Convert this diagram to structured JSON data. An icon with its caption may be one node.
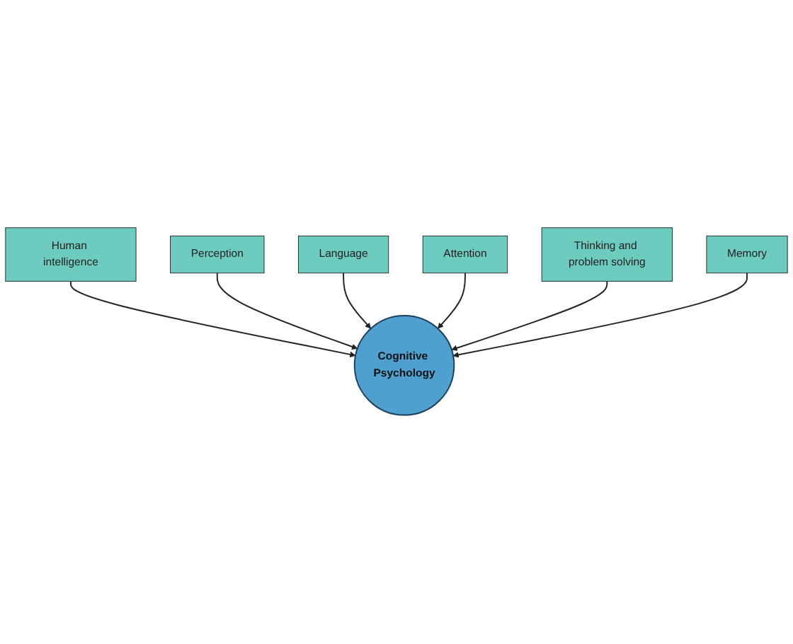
{
  "diagram": {
    "nodes": [
      {
        "text": [
          "Human intelligence"
        ]
      },
      {
        "text": [
          "Perception"
        ]
      },
      {
        "text": [
          "Language"
        ]
      },
      {
        "text": [
          "Cognitive Psychology"
        ]
      },
      {
        "text": [
          "Attention"
        ]
      },
      {
        "text": [
          "Thinking and problem solving"
        ]
      },
      {
        "text": [
          "Memory"
        ]
      }
    ],
    "edges": [
      {
        "from": 0,
        "to": 3,
        "arrow": "to"
      },
      {
        "from": 1,
        "to": 3,
        "arrow": "to"
      },
      {
        "from": 2,
        "to": 3,
        "arrow": "to"
      },
      {
        "from": 4,
        "to": 3,
        "arrow": "to"
      },
      {
        "from": 5,
        "to": 3,
        "arrow": "to"
      },
      {
        "from": 6,
        "to": 3,
        "arrow": "to"
      }
    ]
  }
}
